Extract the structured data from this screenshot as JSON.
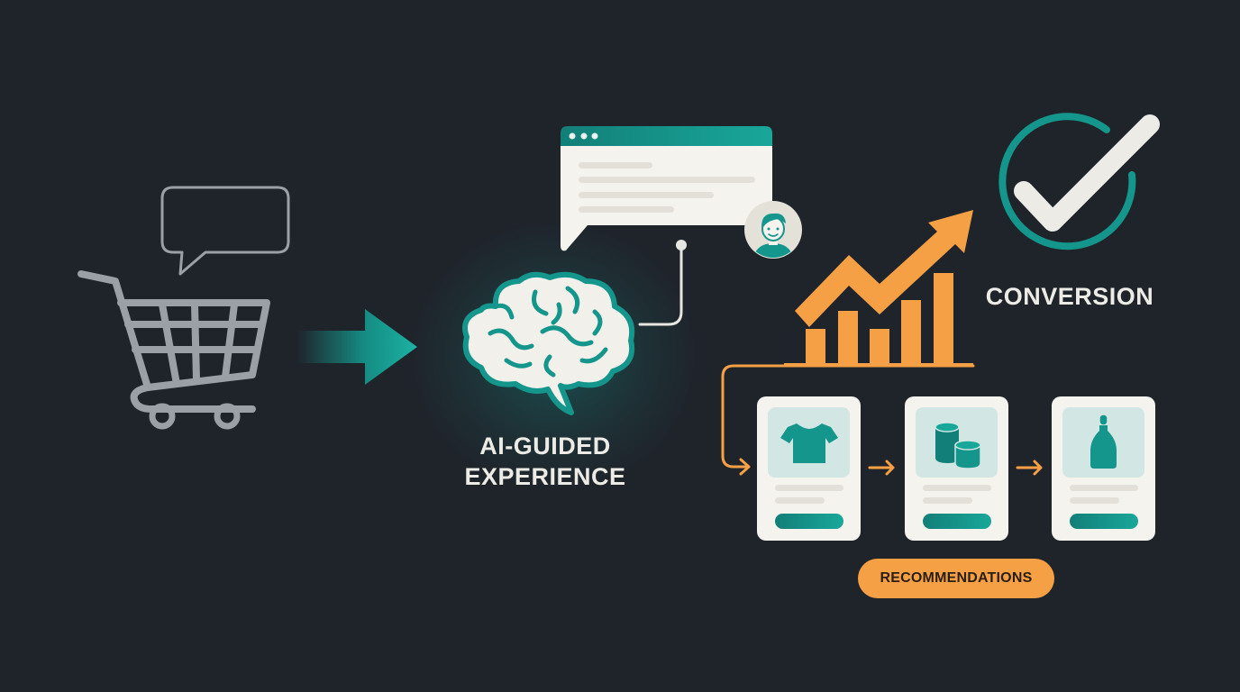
{
  "diagram": {
    "title": "AI-guided shopping experience flow",
    "nodes": [
      {
        "id": "shopper-cart",
        "label": "",
        "icon": "shopping-cart-icon",
        "extras": [
          "speech-bubble-icon"
        ]
      },
      {
        "id": "ai",
        "label": "AI-GUIDED EXPERIENCE",
        "icon": "brain-icon"
      },
      {
        "id": "chat-window",
        "label": "",
        "icon": "chat-window-icon",
        "extras": [
          "user-avatar-icon"
        ]
      },
      {
        "id": "growth",
        "label": "",
        "icon": "rising-bar-chart-icon"
      },
      {
        "id": "conversion",
        "label": "CONVERSION",
        "icon": "check-circle-icon"
      },
      {
        "id": "recommendations",
        "label": "RECOMMENDATIONS",
        "items": [
          "t-shirt-icon",
          "cylinders-icon",
          "bottle-icon"
        ]
      }
    ],
    "edges": [
      {
        "from": "shopper-cart",
        "to": "ai",
        "style": "teal-gradient-arrow"
      },
      {
        "from": "ai",
        "to": "chat-window",
        "style": "white-connector"
      },
      {
        "from": "growth",
        "to": "recommendations",
        "style": "orange-elbow-arrow"
      },
      {
        "from": "recommendation-1",
        "to": "recommendation-2",
        "style": "orange-arrow"
      },
      {
        "from": "recommendation-2",
        "to": "recommendation-3",
        "style": "orange-arrow"
      }
    ]
  },
  "labels": {
    "ai_line1": "AI-GUIDED",
    "ai_line2": "EXPERIENCE",
    "conversion": "CONVERSION",
    "recommendations": "RECOMMENDATIONS"
  },
  "products": [
    {
      "name": "t-shirt",
      "icon": "t-shirt-icon"
    },
    {
      "name": "cylinders",
      "icon": "cylinders-icon"
    },
    {
      "name": "bottle",
      "icon": "bottle-icon"
    }
  ],
  "colors": {
    "background": "#1f242b",
    "teal": "#14968c",
    "teal_light": "#1cb3a4",
    "orange": "#f6a046",
    "off_white": "#f5f3ee",
    "gray_icon": "#9aa0a6",
    "card_image_bg": "#d2e6e3"
  }
}
